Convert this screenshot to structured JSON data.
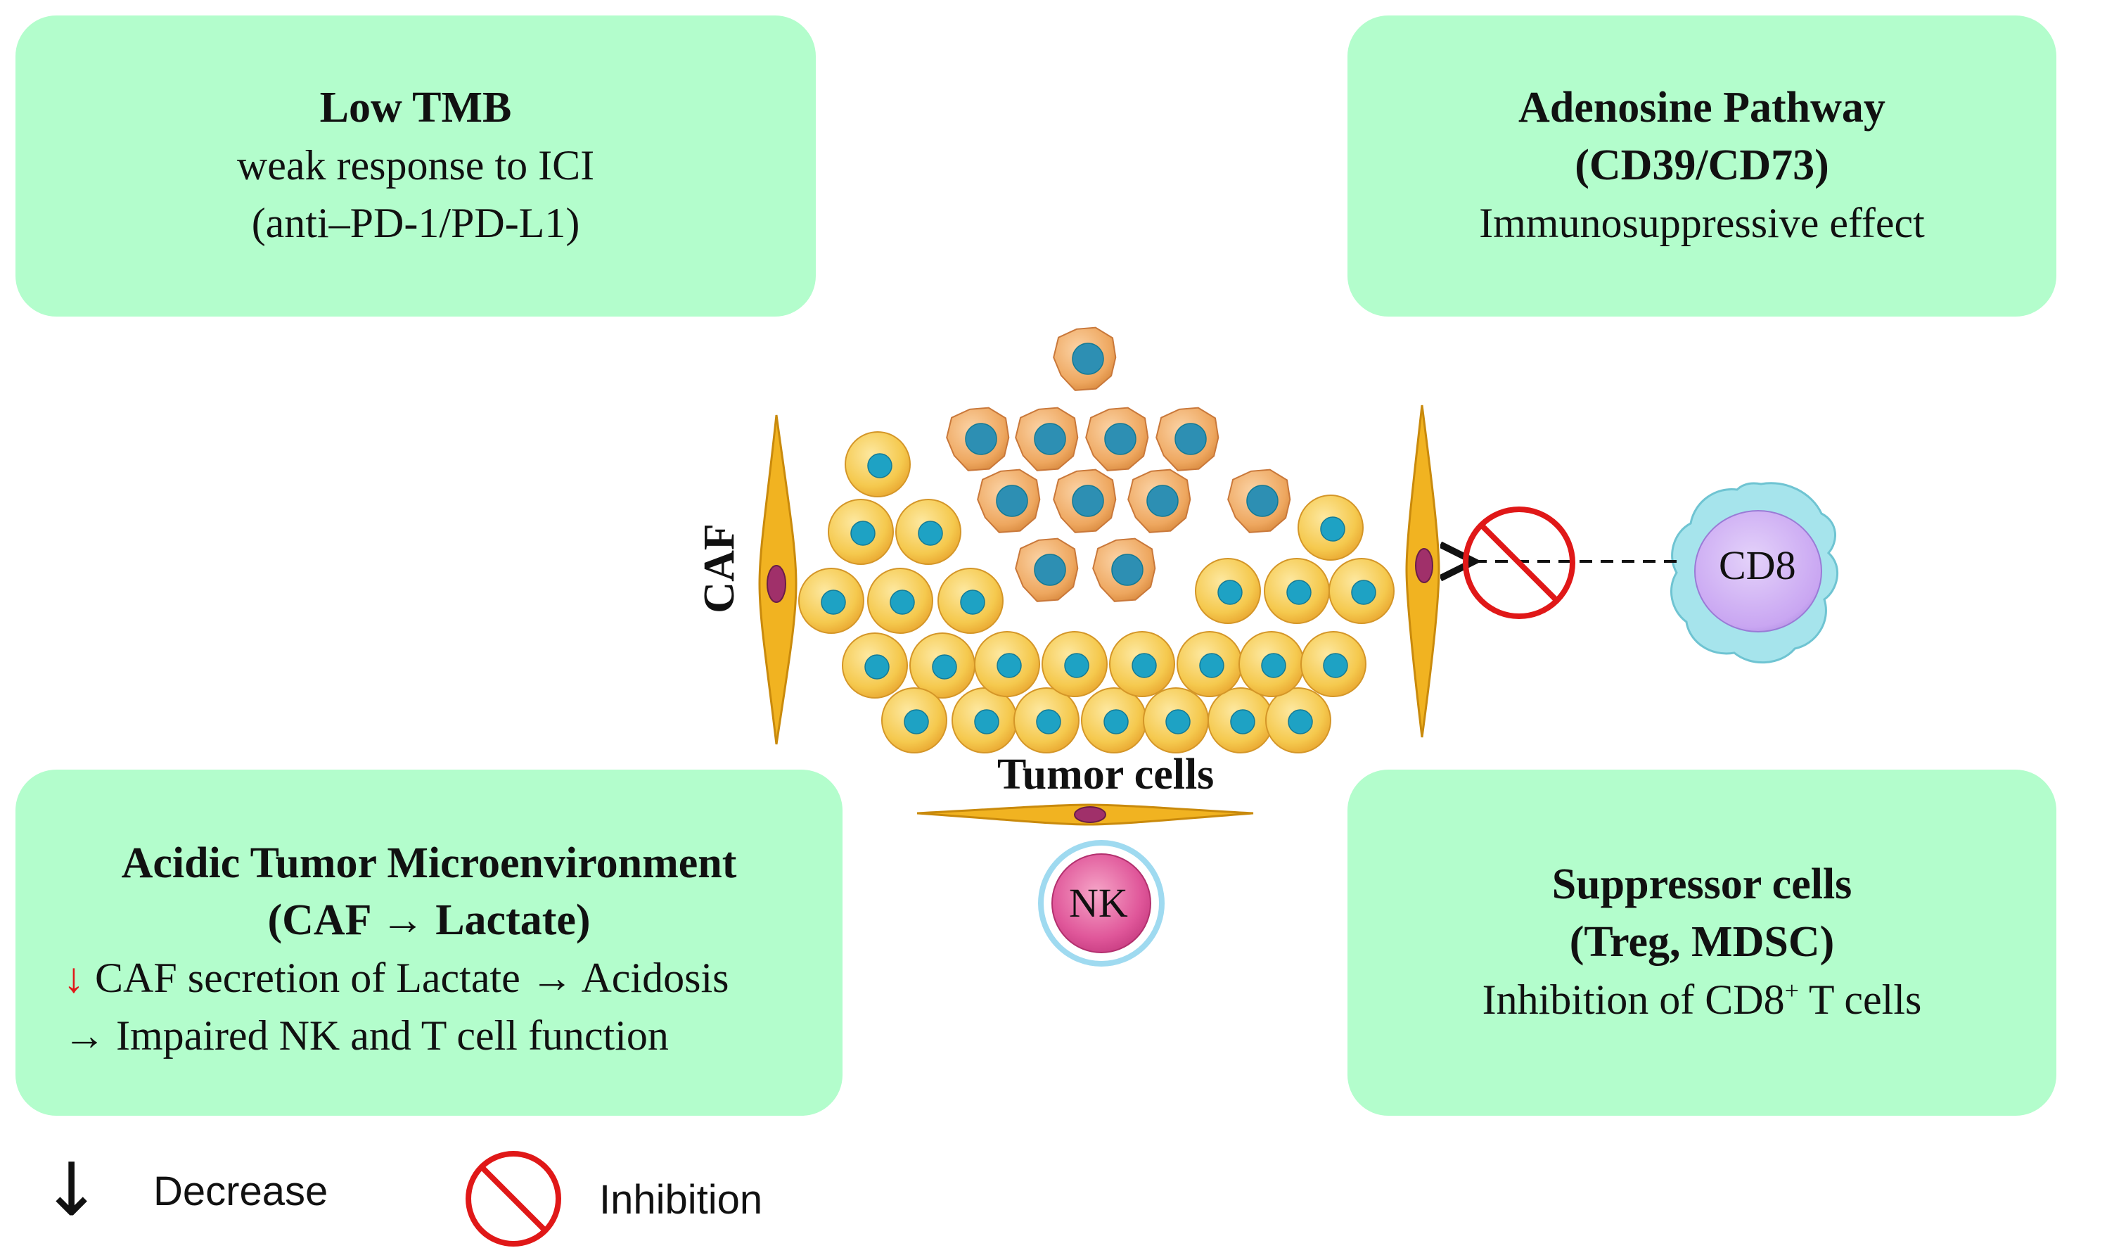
{
  "boxes": {
    "top_left": {
      "title": "Low TMB",
      "line1": "weak response to ICI",
      "line2": "(anti–PD-1/PD-L1)"
    },
    "top_right": {
      "title1": "Adenosine Pathway",
      "title2": "(CD39/CD73)",
      "line1": "Immunosuppressive effect"
    },
    "bottom_left": {
      "title1": "Acidic Tumor Microenvironment",
      "title2": "(CAF → Lactate)",
      "arrow": "↓",
      "line1": "CAF secretion of Lactate → Acidosis",
      "line2": "→ Impaired NK and T cell function"
    },
    "bottom_right": {
      "title1": "Suppressor cells",
      "title2": "(Treg, MDSC)",
      "line1_pre": "Inhibition of CD8",
      "line1_sup": "+",
      "line1_post": " T cells"
    }
  },
  "labels": {
    "caf": "CAF",
    "tumor": "Tumor cells",
    "nk": "NK",
    "cd8": "CD8"
  },
  "legend": {
    "decrease_symbol": "↓",
    "decrease": "Decrease",
    "inhibition": "Inhibition"
  },
  "colors": {
    "box": "#b3fdcc",
    "red": "#e01818",
    "tumor_cell": "#f5c94e",
    "nucleus": "#1ea2c4",
    "malignant_cell": "#eea75f",
    "nk_cell": "#e0579a",
    "cd8_cell": "#a6e4ec",
    "cd8_nucleus": "#c9a6f2"
  }
}
